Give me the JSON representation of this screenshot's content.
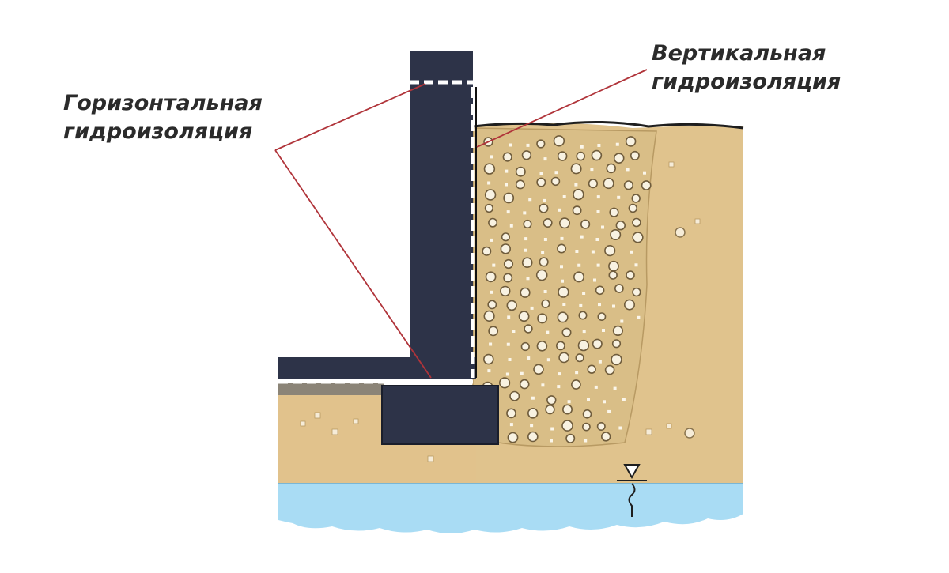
{
  "labels": {
    "horizontal": {
      "line1": "Горизонтальная",
      "line2": "гидроизоляция"
    },
    "vertical": {
      "line1": "Вертикальная",
      "line2": "гидроизоляция"
    }
  },
  "colors": {
    "concrete": "#2d3348",
    "sand": "#e2c590",
    "gravel_fill": "#d8bf88",
    "water": "#a9dcf4",
    "leader_line": "#b0343a",
    "membrane": "#ffffff",
    "screed": "#8b8477"
  },
  "icons": {
    "water_level": "water-level-marker-icon"
  }
}
